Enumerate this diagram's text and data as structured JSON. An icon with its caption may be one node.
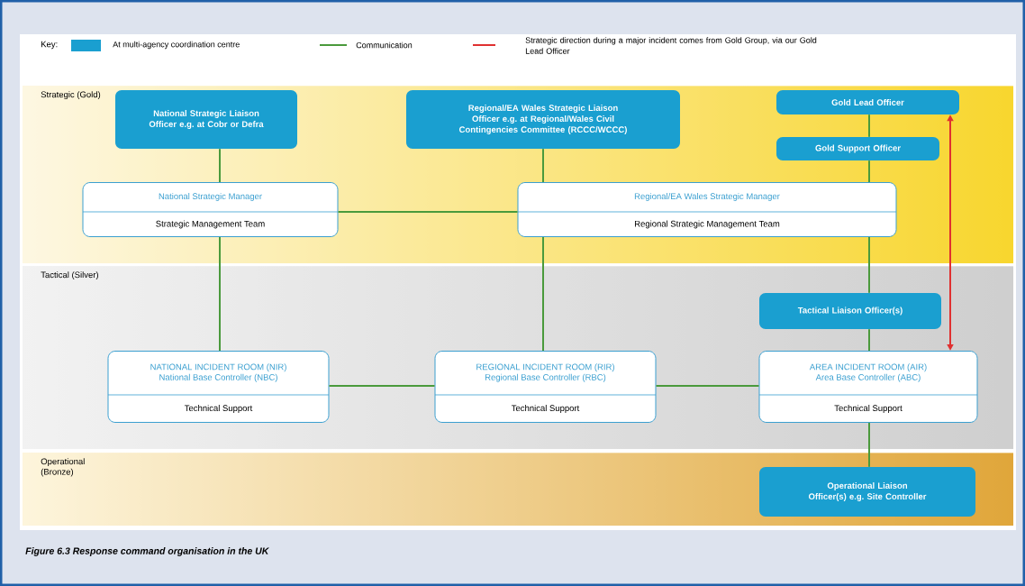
{
  "diagram": {
    "caption": "Figure 6.3 Response command organisation in the UK",
    "nodes": [
      {
        "text": [
          "Strategic (Gold)"
        ]
      },
      {
        "text": [
          "National Strategic Liaison Officer e.g. at Cobr or Defra"
        ],
        "in": 0
      },
      {
        "text": [
          "Regional/EA Wales Strategic Liaison Officer e.g. at Regional/Wales Civil Contingencies Committee (RCCC/WCCC)"
        ],
        "in": 0
      },
      {
        "text": [
          "Gold Lead Officer"
        ],
        "in": 0
      },
      {
        "text": [
          "Gold Support Officer"
        ],
        "in": 0
      },
      {
        "text": [
          "National Strategic Manager",
          "Strategic Management Team"
        ],
        "in": 0
      },
      {
        "text": [
          "Regional/EA Wales Strategic Manager",
          "Regional Strategic Management Team"
        ],
        "in": 0
      },
      {
        "text": [
          "Tactical (Silver)"
        ]
      },
      {
        "text": [
          "Tactical Liaison Officer(s)"
        ],
        "in": 7
      },
      {
        "text": [
          "NATIONAL INCIDENT ROOM (NIR) National Base Controller (NBC)",
          "Technical Support"
        ],
        "in": 7
      },
      {
        "text": [
          "REGIONAL INCIDENT ROOM (RIR) Regional Base Controller (RBC)",
          "Technical Support"
        ],
        "in": 7
      },
      {
        "text": [
          "AREA INCIDENT ROOM (AIR) Area Base Controller (ABC)",
          "Technical Support"
        ],
        "in": 7
      },
      {
        "text": [
          "Operational (Bronze)"
        ]
      },
      {
        "text": [
          "Operational Liaison Officer(s) e.g. Site Controller"
        ],
        "in": 12
      }
    ],
    "edges": [
      {
        "from": 1,
        "to": 5,
        "arrow": "none"
      },
      {
        "from": 2,
        "to": 6,
        "arrow": "none"
      },
      {
        "from": 3,
        "to": 4,
        "arrow": "none"
      },
      {
        "from": 4,
        "to": 6,
        "arrow": "none"
      },
      {
        "from": 5,
        "to": 6,
        "arrow": "none"
      },
      {
        "from": 5,
        "to": 9,
        "arrow": "none"
      },
      {
        "from": 6,
        "to": 10,
        "arrow": "none"
      },
      {
        "from": 6,
        "to": 8,
        "arrow": "none"
      },
      {
        "from": 8,
        "to": 11,
        "arrow": "none"
      },
      {
        "from": 9,
        "to": 10,
        "arrow": "none"
      },
      {
        "from": 10,
        "to": 11,
        "arrow": "none"
      },
      {
        "from": 11,
        "to": 13,
        "arrow": "none"
      },
      {
        "from": 11,
        "to": 3,
        "arrow": "both",
        "color": "#e03030"
      }
    ],
    "labels": [
      "Key:"
    ],
    "legend": [
      {
        "text": "At multi-agency coordination centre",
        "color": "#1a9fd0"
      },
      {
        "text": "Communication"
      },
      {
        "text": "Strategic direction during a major incident comes from Gold Group, via our Gold Lead Officer"
      }
    ]
  }
}
